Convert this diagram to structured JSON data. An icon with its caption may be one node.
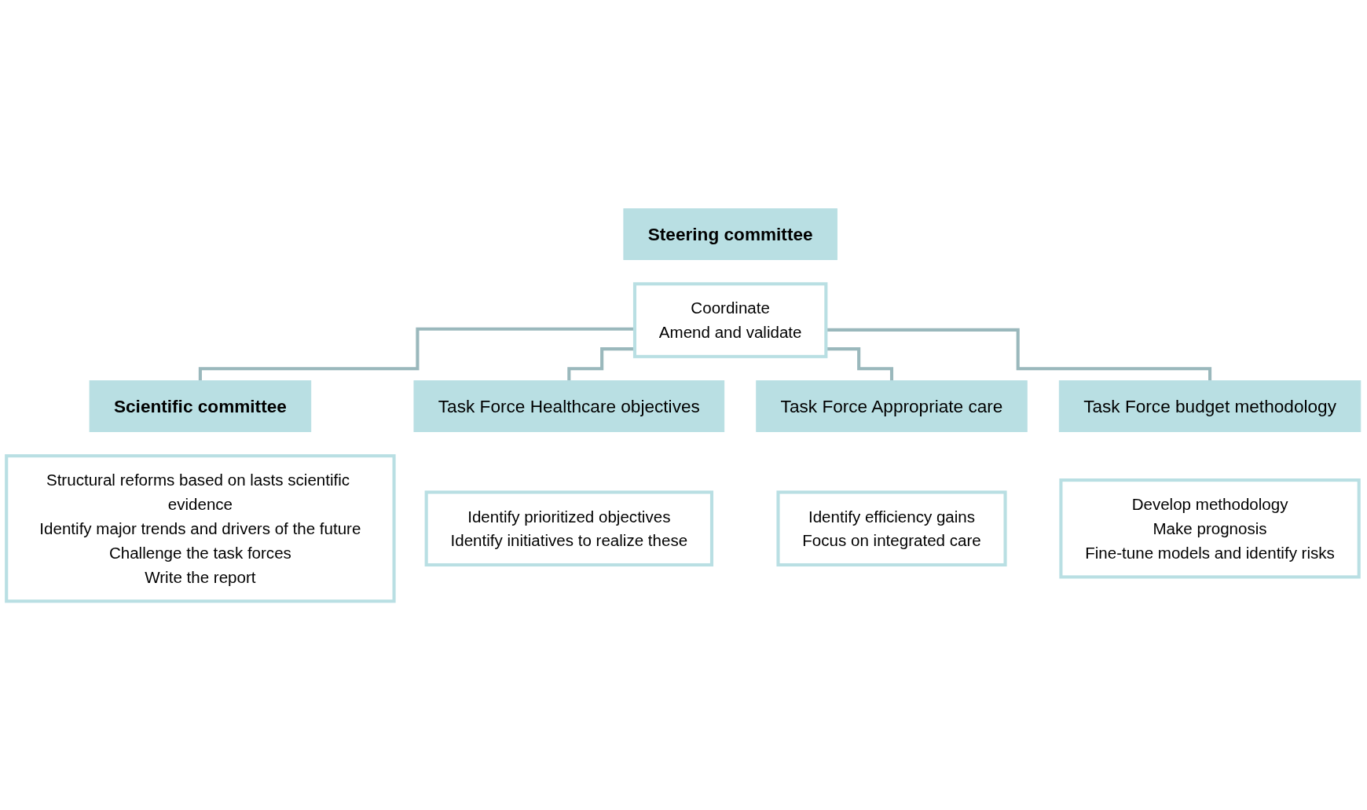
{
  "diagram": {
    "nodes": [
      {
        "text": [
          "Steering committee"
        ]
      },
      {
        "text": [
          "Coordinate",
          "Amend and validate"
        ]
      },
      {
        "text": [
          "Scientific committee"
        ]
      },
      {
        "text": [
          "Structural reforms based on lasts scientific evidence",
          "Identify major trends and drivers of the future",
          "Challenge the task forces",
          "Write the report"
        ]
      },
      {
        "text": [
          "Task Force Healthcare objectives"
        ]
      },
      {
        "text": [
          "Identify prioritized objectives",
          "Identify initiatives to realize these"
        ]
      },
      {
        "text": [
          "Task Force Appropriate care"
        ]
      },
      {
        "text": [
          "Identify efficiency gains",
          "Focus on integrated care"
        ]
      },
      {
        "text": [
          "Task Force budget methodology"
        ]
      },
      {
        "text": [
          "Develop methodology",
          "Make prognosis",
          "Fine-tune models and identify risks"
        ]
      }
    ],
    "edges": [
      {
        "from": 1,
        "to": 2,
        "arrow": "none"
      },
      {
        "from": 1,
        "to": 4,
        "arrow": "none"
      },
      {
        "from": 1,
        "to": 6,
        "arrow": "none"
      },
      {
        "from": 1,
        "to": 8,
        "arrow": "none"
      }
    ]
  }
}
